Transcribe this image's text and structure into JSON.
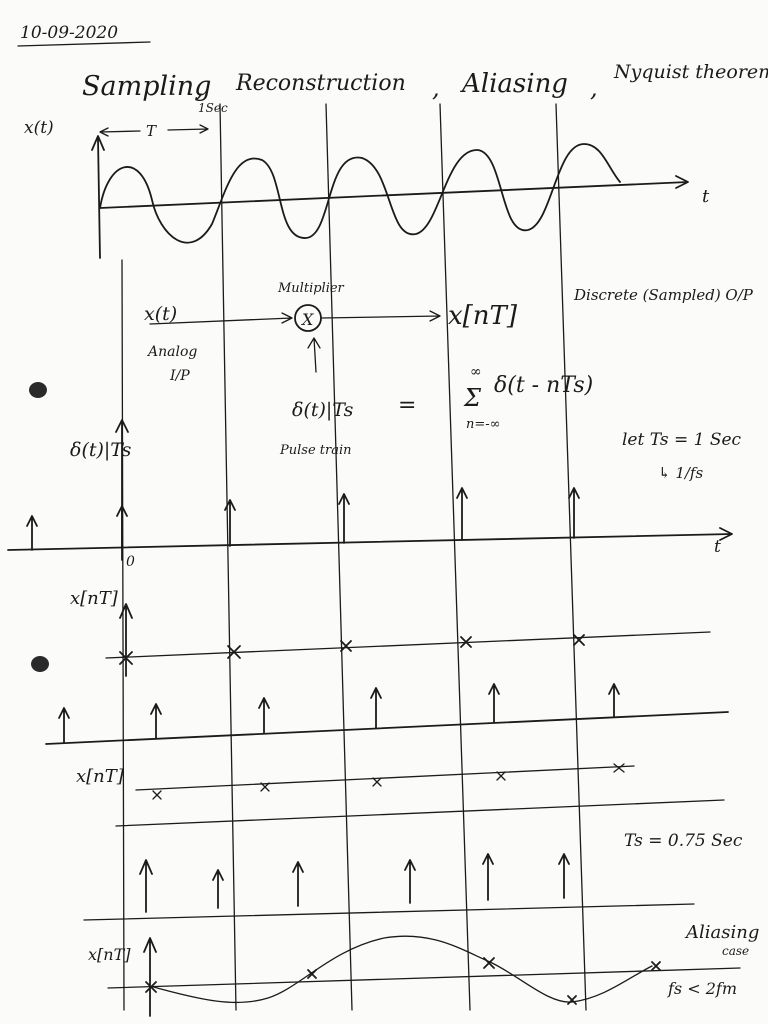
{
  "page": {
    "date": "10-09-2020",
    "title": "Sampling, Reconstruction, Aliasing, Nyquist theorem",
    "title_parts": [
      "Sampling",
      ",",
      "Reconstruction",
      ",",
      "Aliasing",
      ",",
      "Nyquist theorem"
    ],
    "title_sub": "1Sec"
  },
  "signal_plot": {
    "y_label": "x(t)",
    "t_label": "T",
    "x_label": "t"
  },
  "system": {
    "input": "x(t)",
    "input_desc_1": "Analog",
    "input_desc_2": "I/P",
    "multiplier_label": "Multiplier",
    "multiplier_symbol": "X",
    "output": "x[nT]",
    "output_desc": "Discrete (Sampled) O/P",
    "pulse": "δ(t)|Ts",
    "pulse_desc": "Pulse train",
    "equals": "=",
    "sum_top": "∞",
    "sum_symbol": "Σ",
    "sum_bottom": "n=-∞",
    "sum_term": "δ(t - nTs)"
  },
  "impulse_train_1": {
    "label": "δ(t)|Ts",
    "origin": "0",
    "x_label": "t",
    "note_1": "let Ts = 1 Sec",
    "note_2": "↳ 1/fs"
  },
  "sampled_1": {
    "label": "x[nT]"
  },
  "sampled_2": {
    "label": "x[nT]",
    "note": "Ts = 0.75 Sec"
  },
  "sampled_3": {
    "label": "x[nT]",
    "note_1": "Aliasing",
    "note_2": "case",
    "note_3": "fs < 2fm"
  }
}
